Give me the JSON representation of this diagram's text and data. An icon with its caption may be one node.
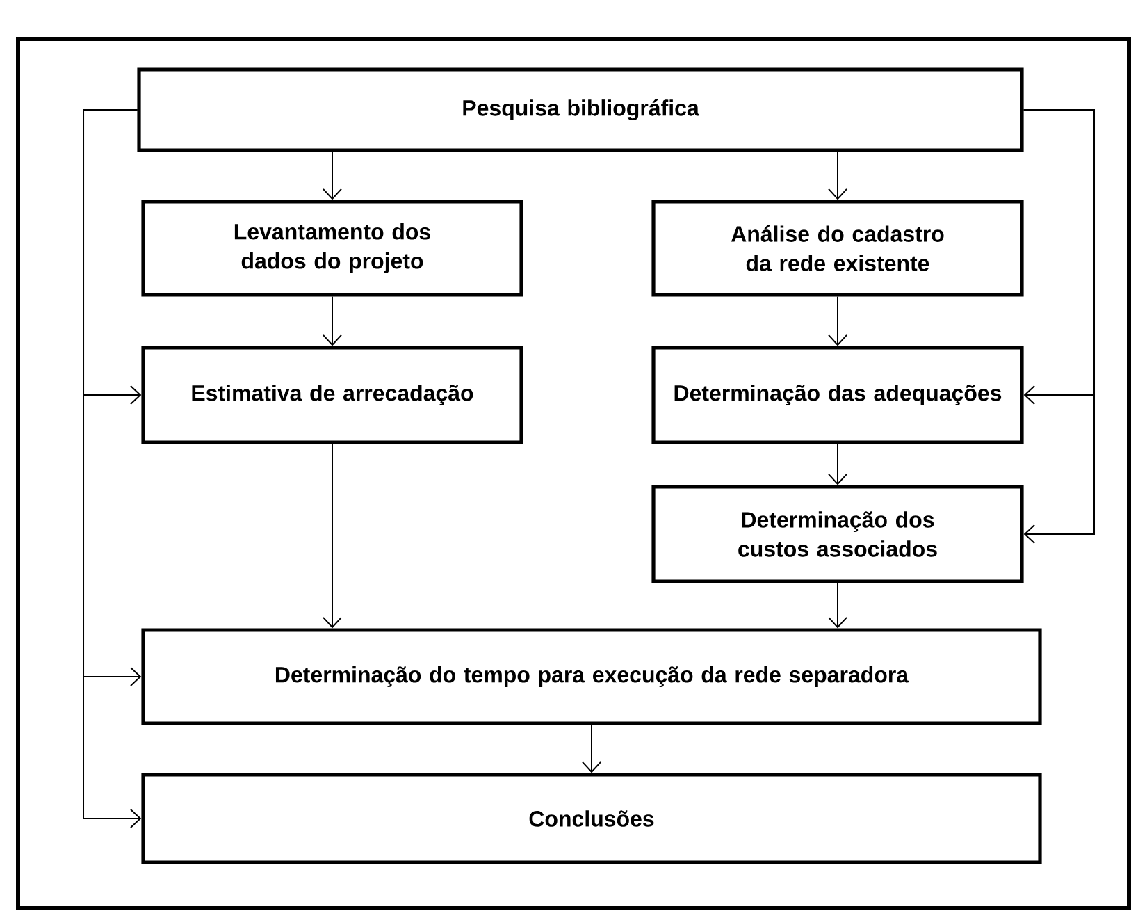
{
  "diagram": {
    "nodes": [
      {
        "text": [
          "Pesquisa bibliográfica"
        ]
      },
      {
        "text": [
          "Levantamento dos dados do projeto"
        ]
      },
      {
        "text": [
          "Análise do cadastro da rede existente"
        ]
      },
      {
        "text": [
          "Estimativa de arrecadação"
        ]
      },
      {
        "text": [
          "Determinação das adequações"
        ]
      },
      {
        "text": [
          "Determinação dos custos associados"
        ]
      },
      {
        "text": [
          "Determinação do tempo para execução da rede separadora"
        ]
      },
      {
        "text": [
          "Conclusões"
        ]
      }
    ],
    "edges": [
      {
        "from": 0,
        "to": 1,
        "arrow": "to"
      },
      {
        "from": 0,
        "to": 2,
        "arrow": "to"
      },
      {
        "from": 1,
        "to": 3,
        "arrow": "to"
      },
      {
        "from": 2,
        "to": 4,
        "arrow": "to"
      },
      {
        "from": 4,
        "to": 5,
        "arrow": "to"
      },
      {
        "from": 3,
        "to": 6,
        "arrow": "to"
      },
      {
        "from": 5,
        "to": 6,
        "arrow": "to"
      },
      {
        "from": 6,
        "to": 7,
        "arrow": "to"
      },
      {
        "from": 0,
        "to": 3,
        "arrow": "to"
      },
      {
        "from": 0,
        "to": 6,
        "arrow": "to"
      },
      {
        "from": 0,
        "to": 7,
        "arrow": "to"
      },
      {
        "from": 0,
        "to": 4,
        "arrow": "to"
      },
      {
        "from": 0,
        "to": 5,
        "arrow": "to"
      }
    ]
  }
}
